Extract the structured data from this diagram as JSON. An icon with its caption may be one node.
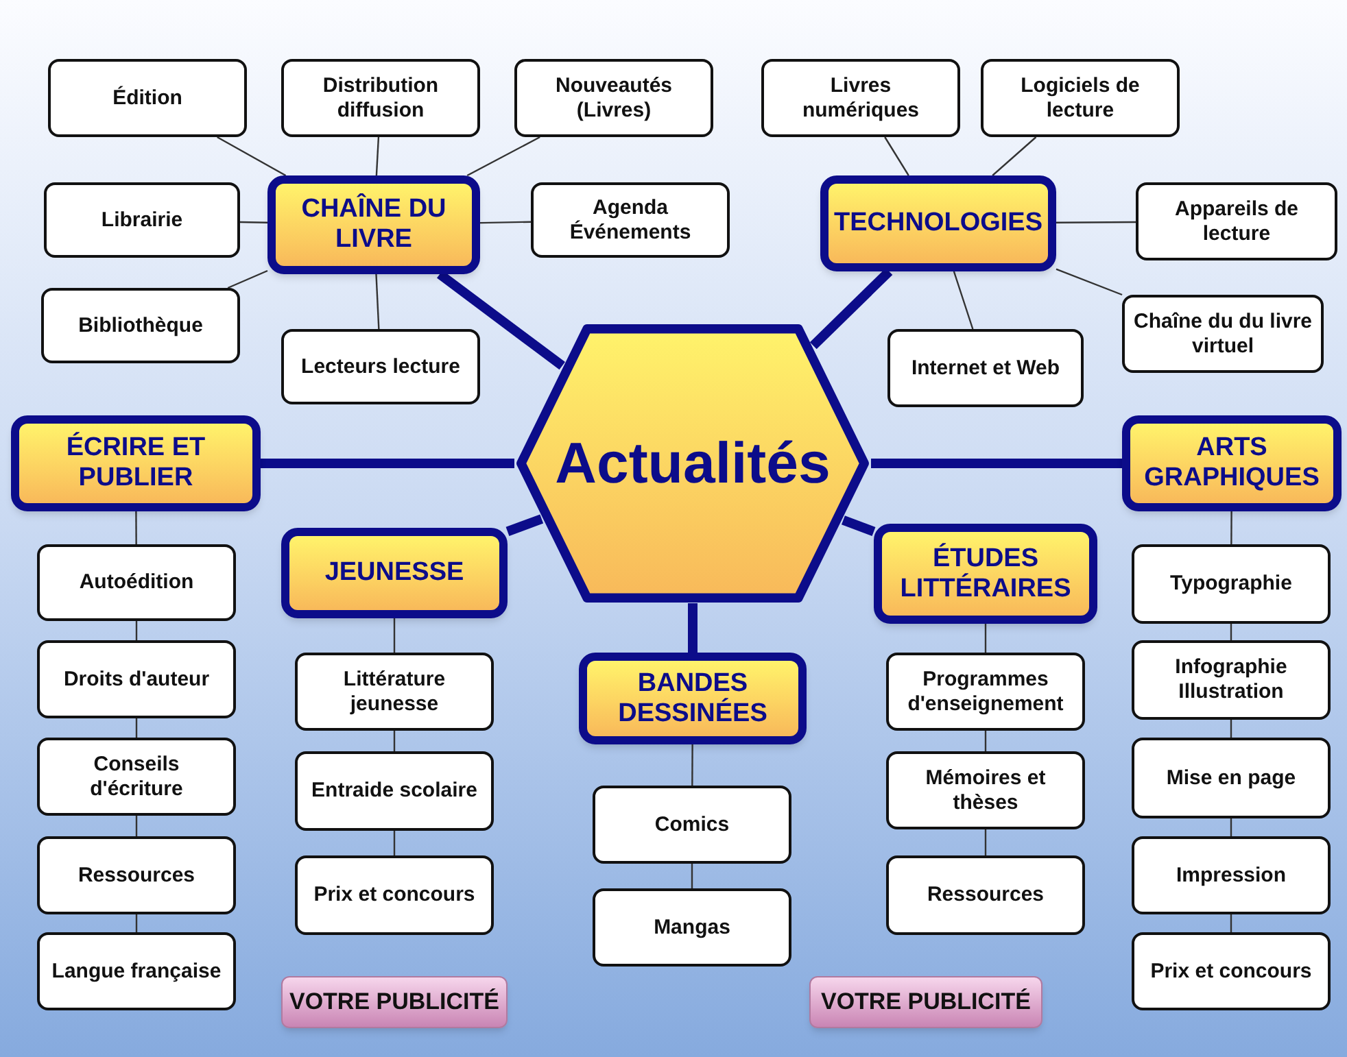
{
  "diagram": {
    "nodes": [
      {
        "text": [
          "Actualités"
        ]
      },
      {
        "text": [
          "CHAÎNE DU LIVRE"
        ]
      },
      {
        "text": [
          "Édition"
        ]
      },
      {
        "text": [
          "Distribution diffusion"
        ]
      },
      {
        "text": [
          "Nouveautés (Livres)"
        ]
      },
      {
        "text": [
          "Librairie"
        ]
      },
      {
        "text": [
          "Agenda Événements"
        ]
      },
      {
        "text": [
          "Bibliothèque"
        ]
      },
      {
        "text": [
          "Lecteurs lecture"
        ]
      },
      {
        "text": [
          "TECHNOLOGIES"
        ]
      },
      {
        "text": [
          "Livres numériques"
        ]
      },
      {
        "text": [
          "Logiciels de lecture"
        ]
      },
      {
        "text": [
          "Appareils de lecture"
        ]
      },
      {
        "text": [
          "Internet et Web"
        ]
      },
      {
        "text": [
          "Chaîne du du livre virtuel"
        ]
      },
      {
        "text": [
          "ÉCRIRE ET PUBLIER"
        ]
      },
      {
        "text": [
          "Autoédition"
        ]
      },
      {
        "text": [
          "Droits d'auteur"
        ]
      },
      {
        "text": [
          "Conseils d'écriture"
        ]
      },
      {
        "text": [
          "Ressources"
        ]
      },
      {
        "text": [
          "Langue française"
        ]
      },
      {
        "text": [
          "ARTS GRAPHIQUES"
        ]
      },
      {
        "text": [
          "Typographie"
        ]
      },
      {
        "text": [
          "Infographie Illustration"
        ]
      },
      {
        "text": [
          "Mise en page"
        ]
      },
      {
        "text": [
          "Impression"
        ]
      },
      {
        "text": [
          "Prix et concours"
        ]
      },
      {
        "text": [
          "JEUNESSE"
        ]
      },
      {
        "text": [
          "Littérature jeunesse"
        ]
      },
      {
        "text": [
          "Entraide scolaire"
        ]
      },
      {
        "text": [
          "Prix et concours"
        ]
      },
      {
        "text": [
          "ÉTUDES LITTÉRAIRES"
        ]
      },
      {
        "text": [
          "Programmes d'enseignement"
        ]
      },
      {
        "text": [
          "Mémoires et thèses"
        ]
      },
      {
        "text": [
          "Ressources"
        ]
      },
      {
        "text": [
          "BANDES DESSINÉES"
        ]
      },
      {
        "text": [
          "Comics"
        ]
      },
      {
        "text": [
          "Mangas"
        ]
      },
      {
        "text": [
          "VOTRE PUBLICITÉ"
        ]
      },
      {
        "text": [
          "VOTRE PUBLICITÉ"
        ]
      }
    ],
    "edges": [
      {
        "from": 0,
        "to": 1,
        "arrow": "none",
        "style": "thick",
        "color": "#0c0c8a"
      },
      {
        "from": 0,
        "to": 9,
        "arrow": "none",
        "style": "thick",
        "color": "#0c0c8a"
      },
      {
        "from": 0,
        "to": 15,
        "arrow": "none",
        "style": "thick",
        "color": "#0c0c8a"
      },
      {
        "from": 0,
        "to": 21,
        "arrow": "none",
        "style": "thick",
        "color": "#0c0c8a"
      },
      {
        "from": 0,
        "to": 27,
        "arrow": "none",
        "style": "thick",
        "color": "#0c0c8a"
      },
      {
        "from": 0,
        "to": 31,
        "arrow": "none",
        "style": "thick",
        "color": "#0c0c8a"
      },
      {
        "from": 0,
        "to": 35,
        "arrow": "none",
        "style": "thick",
        "color": "#0c0c8a"
      },
      {
        "from": 1,
        "to": 2,
        "arrow": "none"
      },
      {
        "from": 1,
        "to": 3,
        "arrow": "none"
      },
      {
        "from": 1,
        "to": 4,
        "arrow": "none"
      },
      {
        "from": 1,
        "to": 5,
        "arrow": "none"
      },
      {
        "from": 1,
        "to": 6,
        "arrow": "none"
      },
      {
        "from": 1,
        "to": 7,
        "arrow": "none"
      },
      {
        "from": 1,
        "to": 8,
        "arrow": "none"
      },
      {
        "from": 9,
        "to": 10,
        "arrow": "none"
      },
      {
        "from": 9,
        "to": 11,
        "arrow": "none"
      },
      {
        "from": 9,
        "to": 12,
        "arrow": "none"
      },
      {
        "from": 9,
        "to": 13,
        "arrow": "none"
      },
      {
        "from": 9,
        "to": 14,
        "arrow": "none"
      },
      {
        "from": 15,
        "to": 16,
        "arrow": "none"
      },
      {
        "from": 16,
        "to": 17,
        "arrow": "none"
      },
      {
        "from": 17,
        "to": 18,
        "arrow": "none"
      },
      {
        "from": 18,
        "to": 19,
        "arrow": "none"
      },
      {
        "from": 19,
        "to": 20,
        "arrow": "none"
      },
      {
        "from": 21,
        "to": 22,
        "arrow": "none"
      },
      {
        "from": 22,
        "to": 23,
        "arrow": "none"
      },
      {
        "from": 23,
        "to": 24,
        "arrow": "none"
      },
      {
        "from": 24,
        "to": 25,
        "arrow": "none"
      },
      {
        "from": 25,
        "to": 26,
        "arrow": "none"
      },
      {
        "from": 27,
        "to": 28,
        "arrow": "none"
      },
      {
        "from": 28,
        "to": 29,
        "arrow": "none"
      },
      {
        "from": 29,
        "to": 30,
        "arrow": "none"
      },
      {
        "from": 31,
        "to": 32,
        "arrow": "none"
      },
      {
        "from": 32,
        "to": 33,
        "arrow": "none"
      },
      {
        "from": 33,
        "to": 34,
        "arrow": "none"
      },
      {
        "from": 35,
        "to": 36,
        "arrow": "none"
      },
      {
        "from": 36,
        "to": 37,
        "arrow": "none"
      }
    ]
  }
}
